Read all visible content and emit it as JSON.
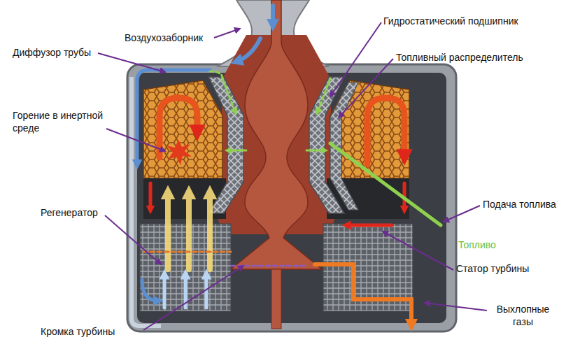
{
  "diagram": {
    "labels": [
      "Воздухозаборник",
      "Гидростатический подшипник",
      "Диффузор трубы",
      "Топливный распределитель",
      "Горение в инертной среде",
      "Регенератор",
      "Подача топлива",
      "Топливо",
      "Статор турбины",
      "Выхлопные газы",
      "Кромка турбины"
    ]
  }
}
